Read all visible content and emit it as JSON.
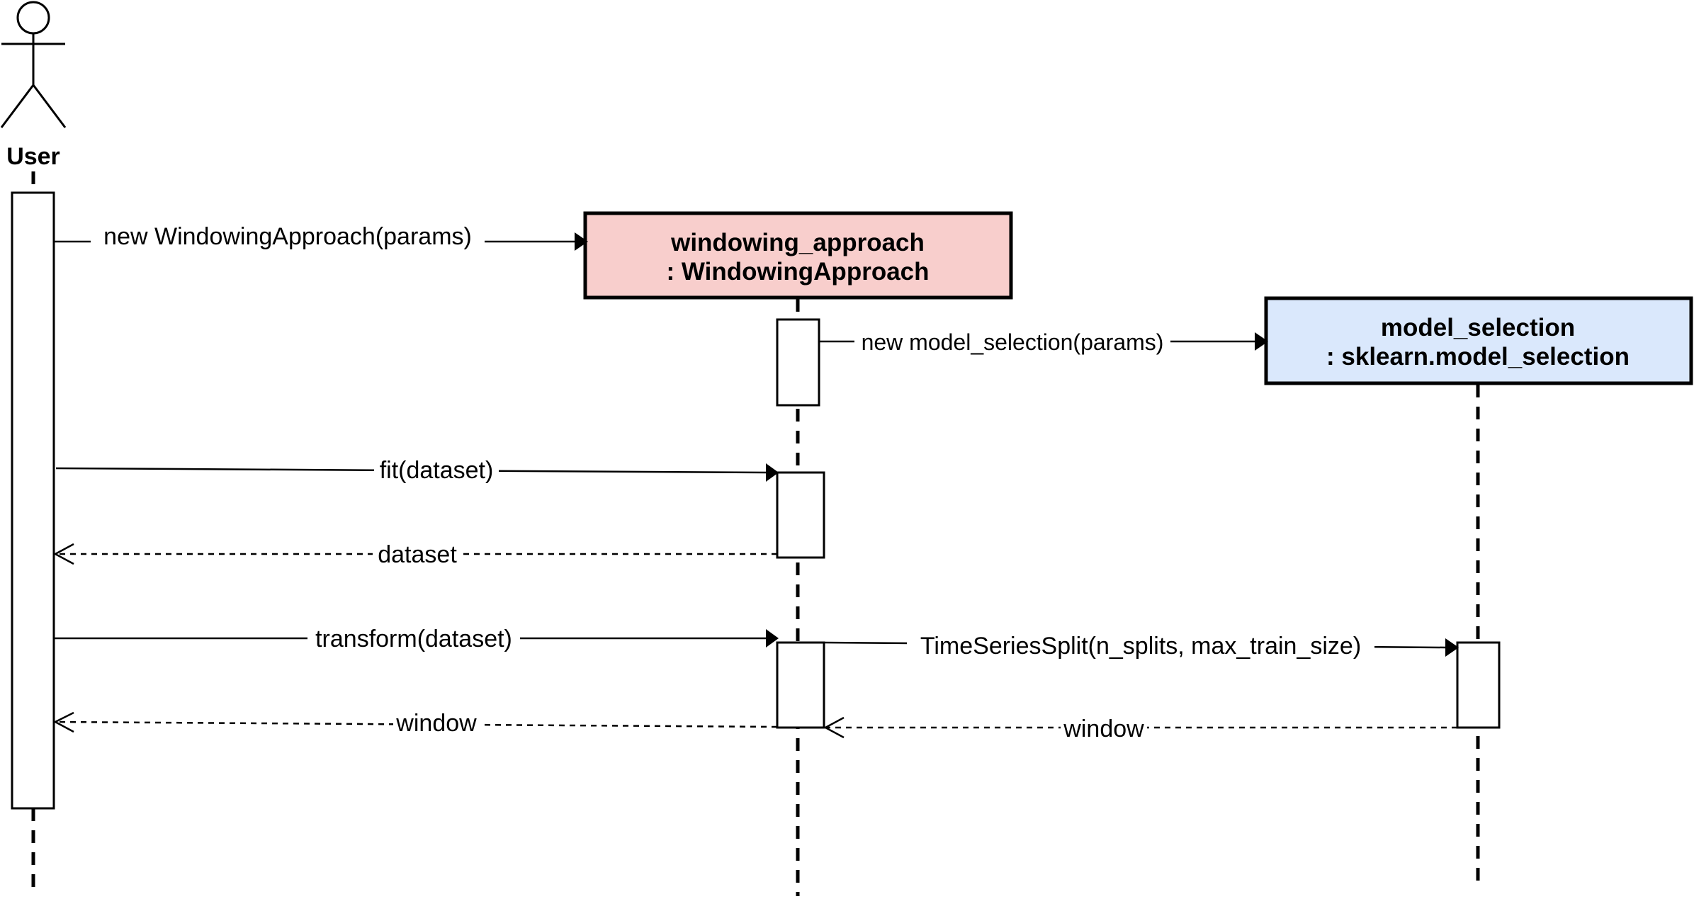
{
  "actor": {
    "name": "User",
    "icon": "stick-figure-icon"
  },
  "objects": [
    {
      "id": "windowing",
      "line1": "windowing_approach",
      "line2": ": WindowingApproach",
      "fill": "#f8cecc"
    },
    {
      "id": "model_selection",
      "line1": "model_selection",
      "line2": ": sklearn.model_selection",
      "fill": "#dae8fc"
    }
  ],
  "messages": [
    {
      "label": "new WindowingApproach(params)",
      "kind": "create"
    },
    {
      "label": "new model_selection(params)",
      "kind": "create"
    },
    {
      "label": "fit(dataset)",
      "kind": "sync"
    },
    {
      "label": "dataset",
      "kind": "reply"
    },
    {
      "label": "transform(dataset)",
      "kind": "sync"
    },
    {
      "label": "TimeSeriesSplit(n_splits, max_train_size)",
      "kind": "sync"
    },
    {
      "label": "window",
      "kind": "reply"
    },
    {
      "label": "window",
      "kind": "reply"
    }
  ]
}
